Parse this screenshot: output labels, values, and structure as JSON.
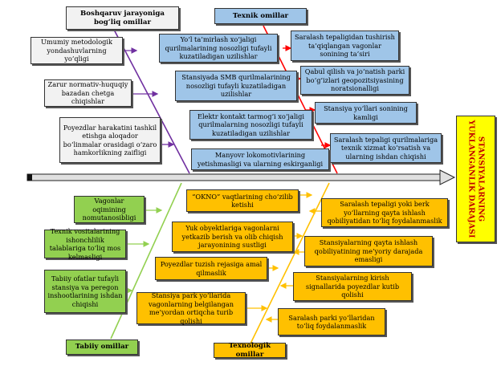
{
  "groups": {
    "management": {
      "title": "Boshqaruv jarayoniga bog‘liq omillar",
      "items": [
        "Umumiy metodologik yondashuvlarning yo‘qligi",
        "Zarur normativ-huquqiy bazadan chetga chiqishlar",
        "Poyezdlar harakatini tashkil etishga aloqador bo‘linmalar orasidagi o‘zaro hamkorlikning zaifligi"
      ]
    },
    "technical": {
      "title": "Texnik omillar",
      "items": [
        "Yo‘l ta’mirlash xo‘jaligi qurilmalarining nosozligi tufayli kuzatiladigan uzilishlar",
        "Saralash tepaligidan tushirish ta’qiqlangan vagonlar sonining ta’siri",
        "Qabul qilish va jo‘natish parki bo‘g‘izlari geopozitsiyasining noratsionalligi",
        "Stansiyada SMB qurilmalarining nosozligi tufayli kuzatiladigan uzilishlar",
        "Stansiya yo‘llari sonining kamligi",
        "Elektr kontakt tarmog‘i xo‘jaligi qurilmalarning nosozligi tufayli kuzatiladigan uzilishlar",
        "Saralash tepaligi qurilmalariga texnik xizmat ko‘rsatish va ularning ishdan chiqishi",
        "Manyovr lokomotivlarining yetishmasligi va ularning eskirganligi"
      ]
    },
    "natural": {
      "title": "Tabiiy omillar",
      "items": [
        "Vagonlar oqimining nomutanosibligi",
        "Texnik vositalarining ishonchlilik talablariga to‘liq mos kelmasligi",
        "Tabiiy ofatlar tufayli stansiya va peregon inshootlarining ishdan chiqishi"
      ]
    },
    "technological": {
      "title": "Texnologik omillar",
      "items": [
        "“OKNO” vaqtlarining cho‘zilib ketishi",
        "Saralash tepaligi yoki berk yo‘llarning qayta ishlash qobiliyatidan to‘liq foydalanmaslik",
        "Yuk obyektlariga vagonlarni yetkazib berish va olib chiqish jarayonining sustligi",
        "Stansiyalarning qayta ishlash qobiliyatining me’yoriy darajada emasligi",
        "Poyezdlar tuzish rejasiga amal qilmaslik",
        "Stansiyalarning kirish signallarida poyezdlar kutib qolishi",
        "Stansiya park yo‘llarida vagonlarning belgilangan me’yordan ortiqcha turib qolishi",
        "Saralash parki yo‘llaridan to‘liq foydalanmaslik"
      ]
    }
  },
  "result": "STANSIYALARNING YUKLANGANLIK DARAJASI",
  "colors": {
    "management_line": "#7030a0",
    "technical_line": "#ff0000",
    "natural_line": "#92d050",
    "technological_line": "#ffc000",
    "result_fill": "#ffff00",
    "result_text": "#c00000"
  }
}
